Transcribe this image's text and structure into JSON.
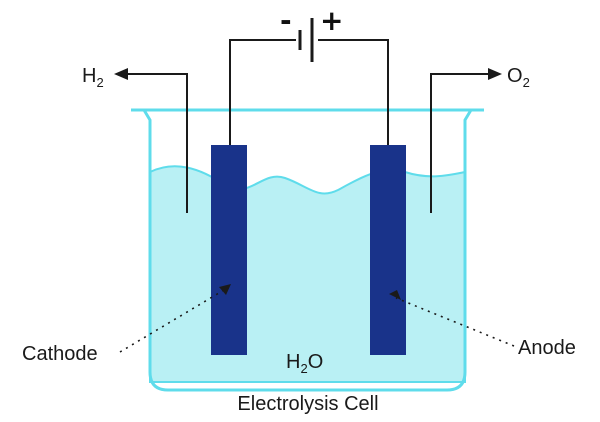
{
  "battery": {
    "minus": "-",
    "plus": "+"
  },
  "gas_left": {
    "symbol": "H",
    "subscript": "2"
  },
  "gas_right": {
    "symbol": "O",
    "subscript": "2"
  },
  "water": {
    "symbol": "H",
    "subscript": "2",
    "suffix": "O"
  },
  "labels": {
    "cathode": "Cathode",
    "anode": "Anode",
    "caption": "Electrolysis Cell"
  },
  "colors": {
    "liquid": "#b9f0f4",
    "beaker": "#5fdceb",
    "electrode": "#19338a",
    "wire": "#1a1a1a"
  }
}
